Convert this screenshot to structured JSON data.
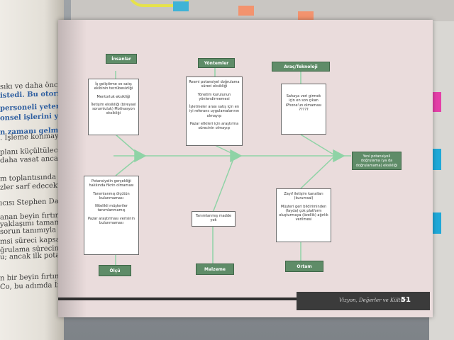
{
  "left_page_text": [
    {
      "text": "sıkı ve daha önce",
      "blue": false
    },
    {
      "text": "istedi. Bu otoriteye",
      "blue": true
    },
    {
      "text": "personeli yeterince",
      "blue": true
    },
    {
      "text": "onsel işlerini yap",
      "blue": true
    },
    {
      "text": "n zamanı gelmişti",
      "blue": true
    },
    {
      "text": ". İşleme konmaya",
      "blue": false
    },
    {
      "text": "planı küçültülecek ve",
      "blue": false
    },
    {
      "text": "daha vasat ancak",
      "blue": false
    },
    {
      "text": "m toplantısında",
      "blue": false
    },
    {
      "text": "zler sarf edecekti.",
      "blue": false
    },
    {
      "text": "ıcısı Stephen Davies",
      "blue": false
    },
    {
      "text": "anan beyin fırtınası",
      "blue": false
    },
    {
      "text": "yaklaşımı tamamen",
      "blue": false
    },
    {
      "text": "sorun tanımıyla başladı",
      "blue": false
    },
    {
      "text": "msi süreci kapsamında",
      "blue": false
    },
    {
      "text": "ğrulama sürecine. süreci",
      "blue": false
    },
    {
      "text": "u; ancak ilk potansiyel",
      "blue": false
    },
    {
      "text": "n bir beyin fırtınası",
      "blue": false
    },
    {
      "text": "Co, bu adımda İnsanlar",
      "blue": false
    }
  ],
  "diagram": {
    "categories": {
      "insanlar": "İnsanlar",
      "yontemler": "Yöntemler",
      "arac": "Araç/Teknoloji",
      "olcu": "Ölçü",
      "malzeme": "Malzeme",
      "ortam": "Ortam"
    },
    "boxes": {
      "insanlar": [
        "İş geliştirme ve satış ekibinin tecrübesizliği",
        "Mentorluk eksikliği",
        "İletişim eksikliği (bireysel sorumluluk) Motivasyon eksikliği"
      ],
      "yontemler": [
        "Resmi potansiyel doğrulama süreci eksikliği",
        "Yönetim kurulunun yönlendirmemesi",
        "İşletmeler arası satış için en iyi referans uygulamalarının olmayışı",
        "Pazar etkileri için araştırma sürecinin olmayışı"
      ],
      "arac": [
        "Sahaya veri girmek için en son çıkan iPhone'un olmaması ?????"
      ],
      "olcu": [
        "Potansiyelin gerçekliği hakkında fikrin olmaması",
        "Tanımlanmış ölçütün bulunmaması",
        "Nitelikli müşteriler tanımlanmamış",
        "Pazar araştırması verisinin bulunmaması"
      ],
      "malzeme": [
        "Tanımlanmış madde yok"
      ],
      "ortam": [
        "Zayıf iletişim kanalları (kurumsal)",
        "Müşteri geri bildiriminden (fayda) çok platform oluşturmaya (özellik) ağırlık verilmesi"
      ]
    },
    "result": "Yeni potansiyeli doğrulama (ya da doğrulamama) eksikliği"
  },
  "footer": {
    "section": "Vizyon, Değerler ve Kültür",
    "page": "51"
  },
  "colors": {
    "category_green": "#5f8c68",
    "page_pink": "#eadcdc",
    "spine_green": "#8fd3a6"
  }
}
